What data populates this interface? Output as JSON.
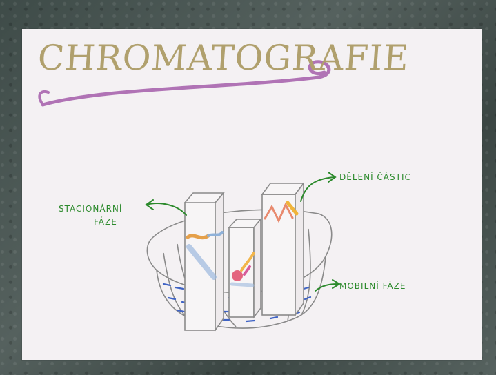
{
  "scene": {
    "title": "CHROMATOGRAFIE",
    "labels": {
      "stationary_phase_line1": "STACIONÁRNÍ",
      "stationary_phase_line2": "FÁZE",
      "particle_separation": "DĚLENÍ ČÁSTIC",
      "mobile_phase": "MOBILNÍ FÁZE"
    },
    "colors": {
      "title": "#b0a06d",
      "title_underline": "#b073b5",
      "labels": "#2c8a2c",
      "water": "#3f63c4",
      "bowl": "#8a8a8a"
    }
  }
}
